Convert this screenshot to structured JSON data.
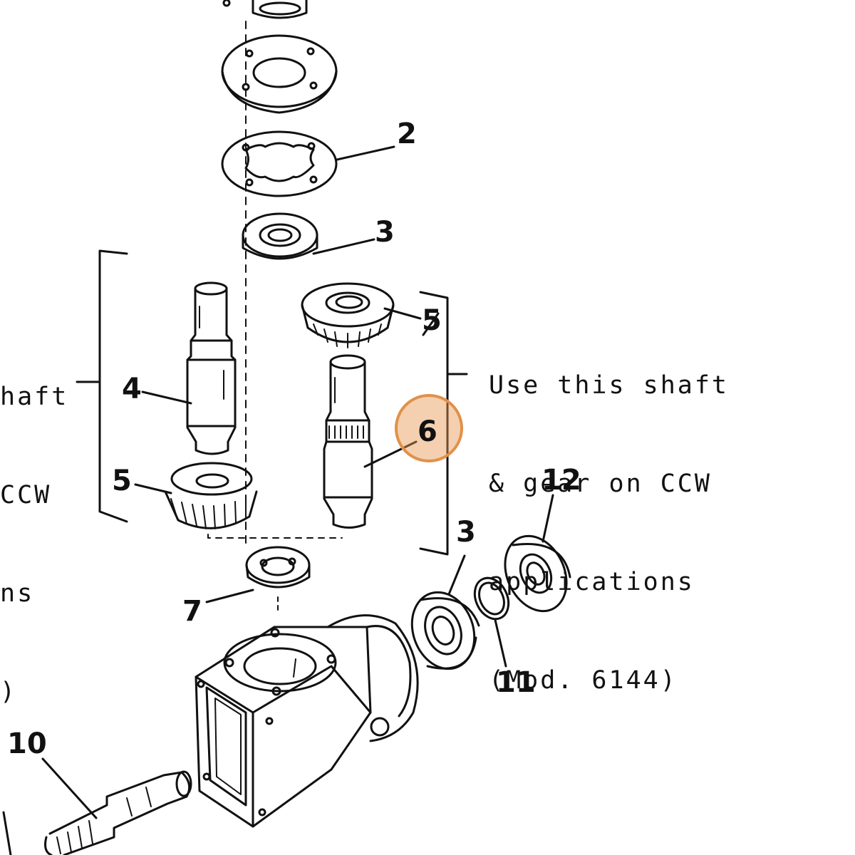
{
  "diagram": {
    "left_note_lines": [
      "haft",
      "CCW",
      "ns",
      ")"
    ],
    "right_note_lines": [
      "Use this shaft",
      "& gear on CCW",
      "applications",
      "(Mod. 6144)"
    ],
    "callouts": {
      "c2": "2",
      "c3a": "3",
      "c4": "4",
      "c5a": "5",
      "c5b": "5",
      "c6": "6",
      "c7": "7",
      "c3b": "3",
      "c12": "12",
      "c11": "11",
      "c10": "10"
    },
    "highlight": {
      "label": "6",
      "color": "#e0914a"
    }
  }
}
